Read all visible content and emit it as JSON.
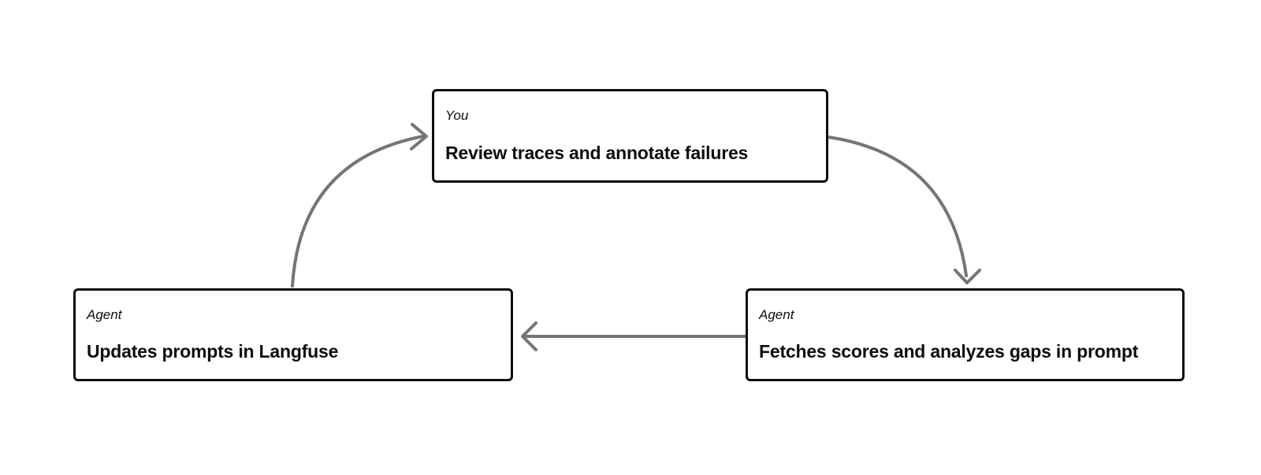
{
  "diagram": {
    "type": "cycle-flow",
    "nodes": [
      {
        "id": "you-review",
        "actor": "You",
        "title": "Review traces and annotate failures"
      },
      {
        "id": "agent-fetch",
        "actor": "Agent",
        "title": "Fetches scores and analyzes gaps in prompt"
      },
      {
        "id": "agent-update",
        "actor": "Agent",
        "title": "Updates prompts in Langfuse"
      }
    ],
    "edges": [
      {
        "from": "agent-update",
        "to": "you-review",
        "style": "curved-up-right"
      },
      {
        "from": "you-review",
        "to": "agent-fetch",
        "style": "curved-down-right"
      },
      {
        "from": "agent-fetch",
        "to": "agent-update",
        "style": "straight-left"
      }
    ],
    "colors": {
      "background": "#ffffff",
      "node_background": "#ffffff",
      "node_border": "#0d0d0d",
      "text": "#0d0d0d",
      "arrow": "#757575"
    }
  }
}
